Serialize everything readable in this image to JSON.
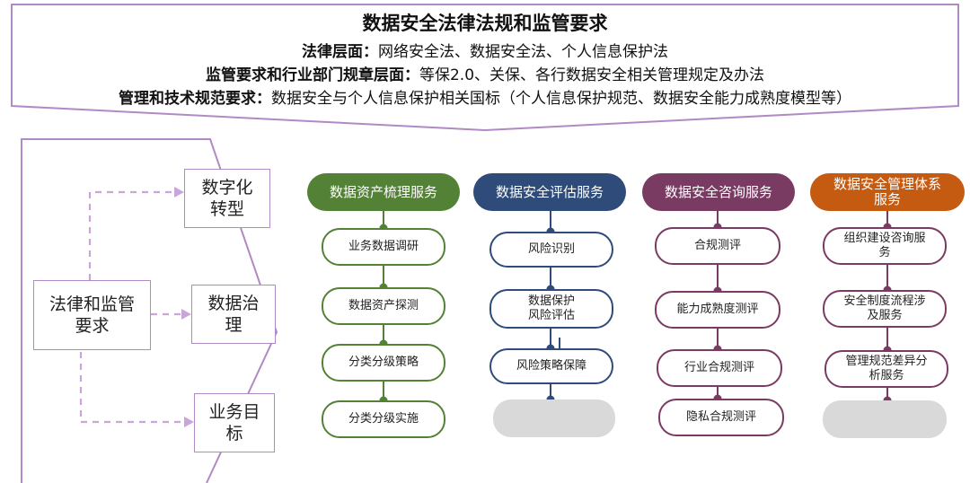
{
  "header": {
    "title": "数据安全法律法规和监管要求",
    "lines": [
      {
        "label": "法律层面：",
        "text": "网络安全法、数据安全法、个人信息保护法"
      },
      {
        "label": "监管要求和行业部门规章层面：",
        "text": "等保2.0、关保、各行数据安全相关管理规定及办法"
      },
      {
        "label": "管理和技术规范要求：",
        "text": "数据安全与个人信息保护相关国标（个人信息保护规范、数据安全能力成熟度模型等）"
      }
    ]
  },
  "left": {
    "source": "法律和监管要求",
    "targets": [
      "数字化转型",
      "数据治理",
      "业务目标"
    ]
  },
  "colors": {
    "purple_outline": "#b08ac4",
    "dashed": "#c9a6d9",
    "green": "#538135",
    "blue": "#2e4b7a",
    "plum": "#7a3b63",
    "orange": "#c55a11",
    "gray": "#d9d9d9"
  },
  "columns": [
    {
      "title": "数据资产梳理服务",
      "color": "#538135",
      "items": [
        "业务数据调研",
        "数据资产探测",
        "分类分级策略",
        "分类分级实施"
      ]
    },
    {
      "title": "数据安全评估服务",
      "color": "#2e4b7a",
      "items": [
        "风险识别",
        "数据保护\n风险评估",
        "风险策略保障"
      ]
    },
    {
      "title": "数据安全咨询服务",
      "color": "#7a3b63",
      "items": [
        "合规测评",
        "能力成熟度测评",
        "行业合规测评",
        "隐私合规测评"
      ]
    },
    {
      "title": "数据安全管理体系\n服务",
      "color": "#c55a11",
      "items": [
        "组织建设咨询服\n务",
        "安全制度流程涉\n及服务",
        "管理规范差异分\n析服务"
      ]
    }
  ]
}
